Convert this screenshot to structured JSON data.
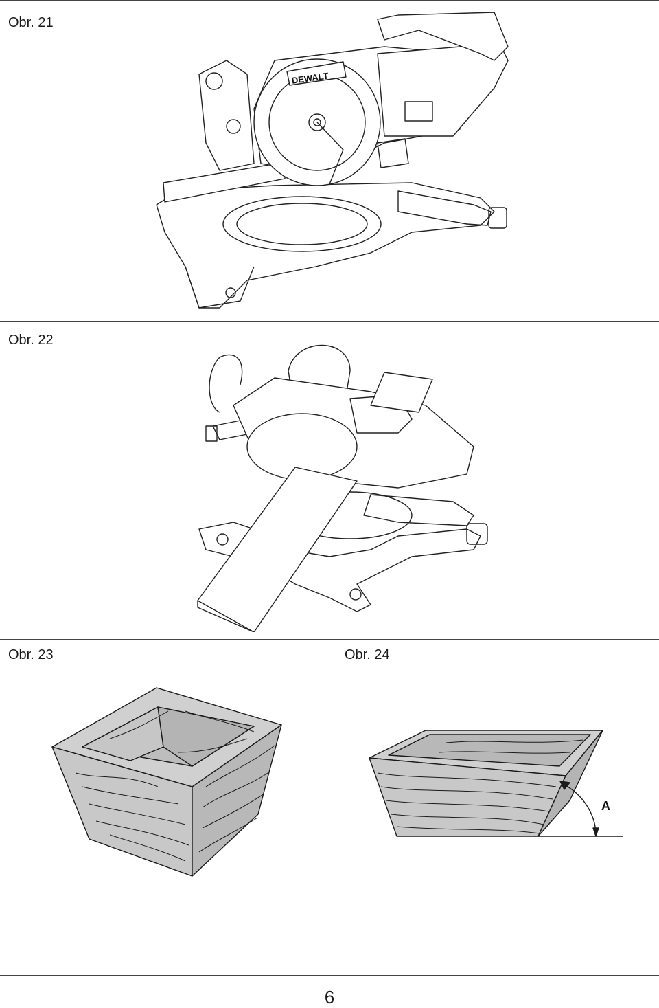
{
  "figures": {
    "fig21": {
      "label": "Obr. 21",
      "brand": "DEWALT"
    },
    "fig22": {
      "label": "Obr. 22"
    },
    "fig23": {
      "label": "Obr. 23"
    },
    "fig24": {
      "label": "Obr. 24",
      "angle_label": "A"
    }
  },
  "page_number": "6"
}
